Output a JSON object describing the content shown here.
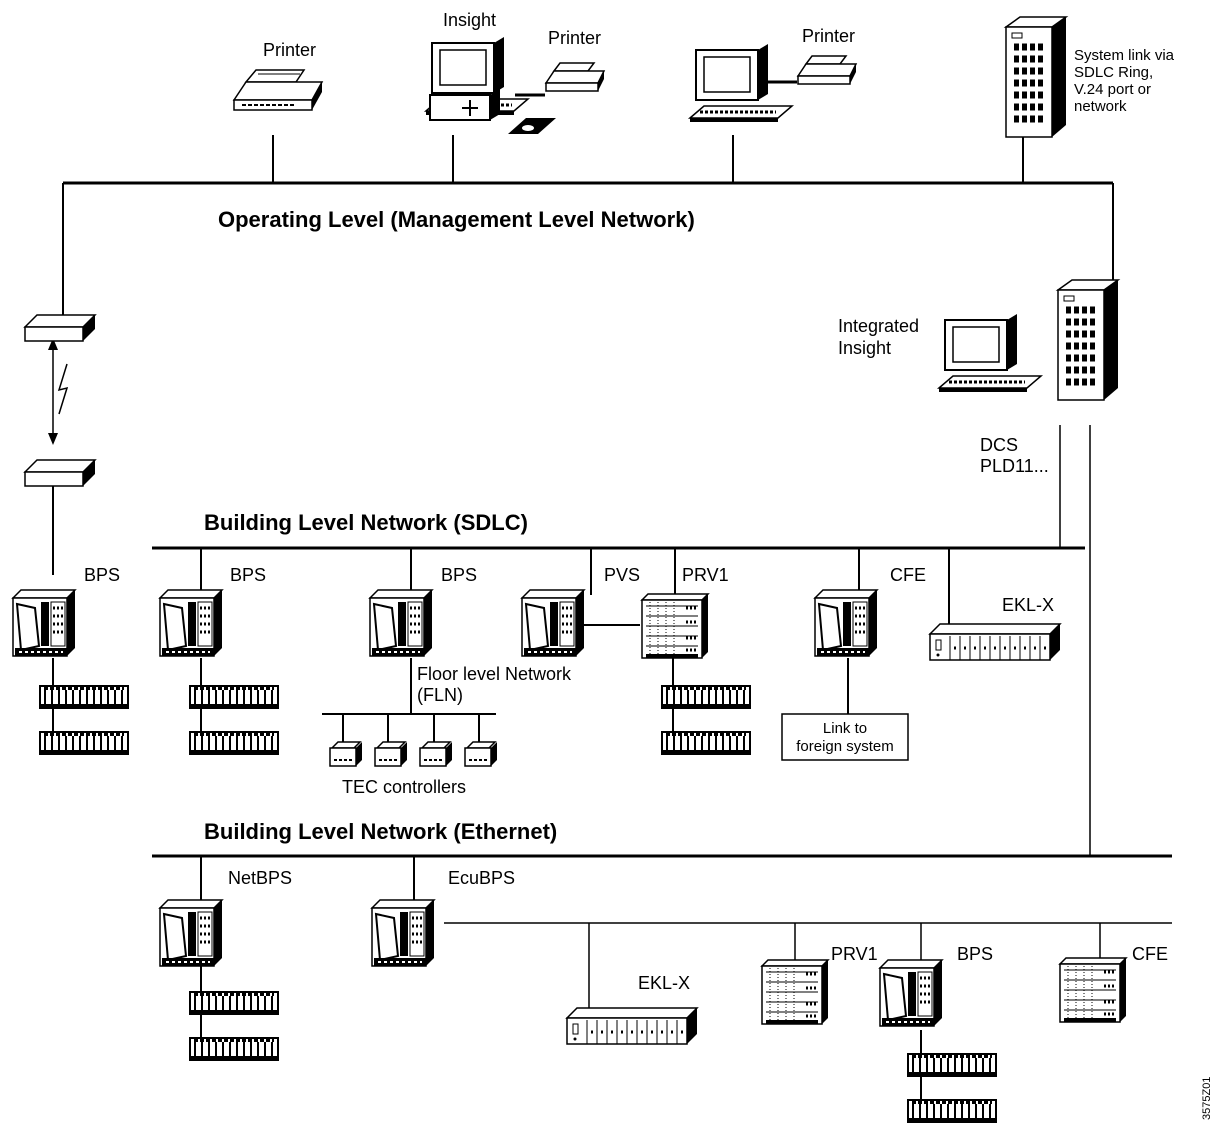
{
  "diagram": {
    "levels": {
      "operating": "Operating Level (Management Level Network)",
      "sdlc": "Building Level Network (SDLC)",
      "ethernet": "Building Level Network (Ethernet)"
    },
    "operating_devices": {
      "printer_1": "Printer",
      "insight": "Insight",
      "printer_2": "Printer",
      "printer_3": "Printer",
      "system_link": [
        "System link via",
        "SDLC Ring,",
        "V.24 port or",
        "network"
      ]
    },
    "integrated_insight": [
      "Integrated",
      "Insight"
    ],
    "dcs": [
      "DCS",
      "PLD11..."
    ],
    "sdlc_devices": {
      "bps_1": "BPS",
      "bps_2": "BPS",
      "bps_3": "BPS",
      "pvs": "PVS",
      "prv1": "PRV1",
      "cfe": "CFE",
      "eklx": "EKL-X",
      "fln": [
        "Floor level Network",
        "(FLN)"
      ],
      "tec": "TEC controllers",
      "link_foreign": [
        "Link to",
        "foreign system"
      ]
    },
    "ethernet_devices": {
      "netbps": "NetBPS",
      "ecubps": "EcuBPS",
      "eklx": "EKL-X",
      "prv1": "PRV1",
      "bps": "BPS",
      "cfe": "CFE"
    },
    "figure_id": "3575Z01"
  }
}
